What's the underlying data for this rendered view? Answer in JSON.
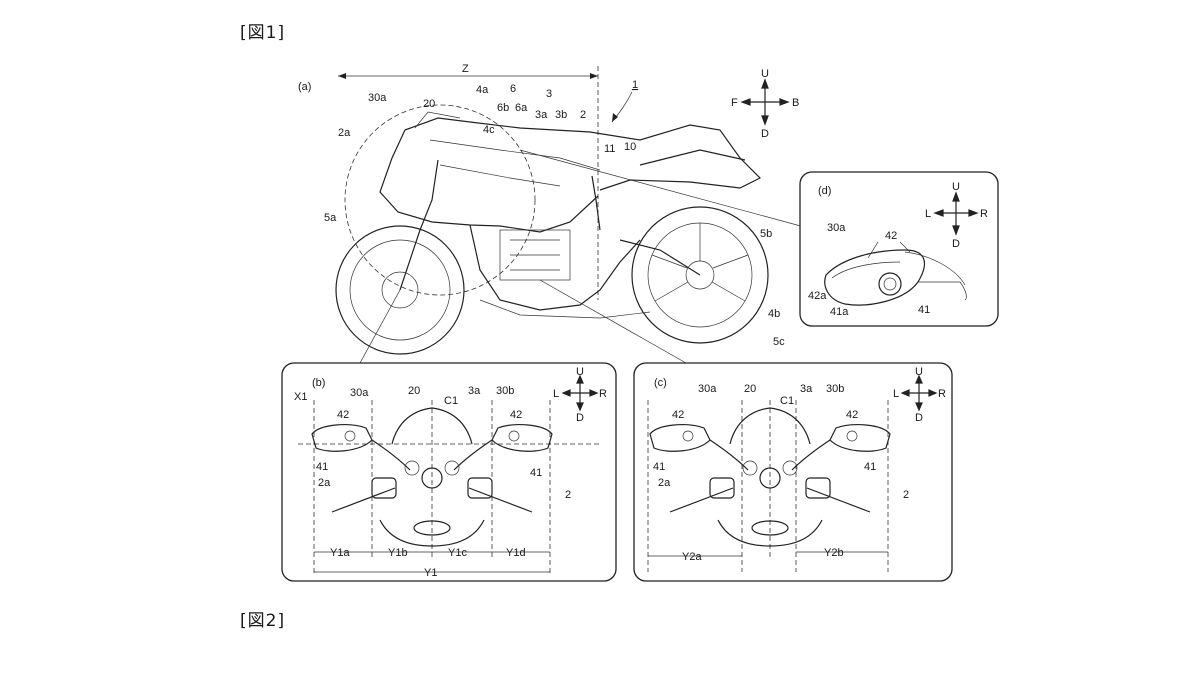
{
  "headers": {
    "fig1": "[図1]",
    "fig2": "[図2]"
  },
  "subfigures": {
    "a": "(a)",
    "b": "(b)",
    "c": "(c)",
    "d": "(d)"
  },
  "directions": {
    "up": "U",
    "down": "D",
    "front": "F",
    "back": "B",
    "left": "L",
    "right": "R"
  },
  "labels_a": {
    "ref_1": "1",
    "z": "Z",
    "r30a": "30a",
    "r20": "20",
    "r4a": "4a",
    "r6": "6",
    "r3": "3",
    "r6b": "6b",
    "r6a": "6a",
    "r3a": "3a",
    "r3b": "3b",
    "r2": "2",
    "r2a": "2a",
    "r4c": "4c",
    "r11": "11",
    "r10": "10",
    "r5a": "5a",
    "r5b": "5b",
    "r4b": "4b",
    "r5c": "5c"
  },
  "labels_b": {
    "x1": "X1",
    "r30a": "30a",
    "r20": "20",
    "r3a": "3a",
    "r30b": "30b",
    "c1": "C1",
    "r42l": "42",
    "r42r": "42",
    "r41l": "41",
    "r41r": "41",
    "r2a": "2a",
    "r2": "2",
    "y1a": "Y1a",
    "y1b": "Y1b",
    "y1c": "Y1c",
    "y1d": "Y1d",
    "y1": "Y1"
  },
  "labels_c": {
    "r30a": "30a",
    "r20": "20",
    "r3a": "3a",
    "r30b": "30b",
    "c1": "C1",
    "r42l": "42",
    "r42r": "42",
    "r41l": "41",
    "r41r": "41",
    "r2a": "2a",
    "r2": "2",
    "y2a": "Y2a",
    "y2b": "Y2b"
  },
  "labels_d": {
    "r30a": "30a",
    "r42": "42",
    "r42a": "42a",
    "r41a": "41a",
    "r41": "41"
  }
}
